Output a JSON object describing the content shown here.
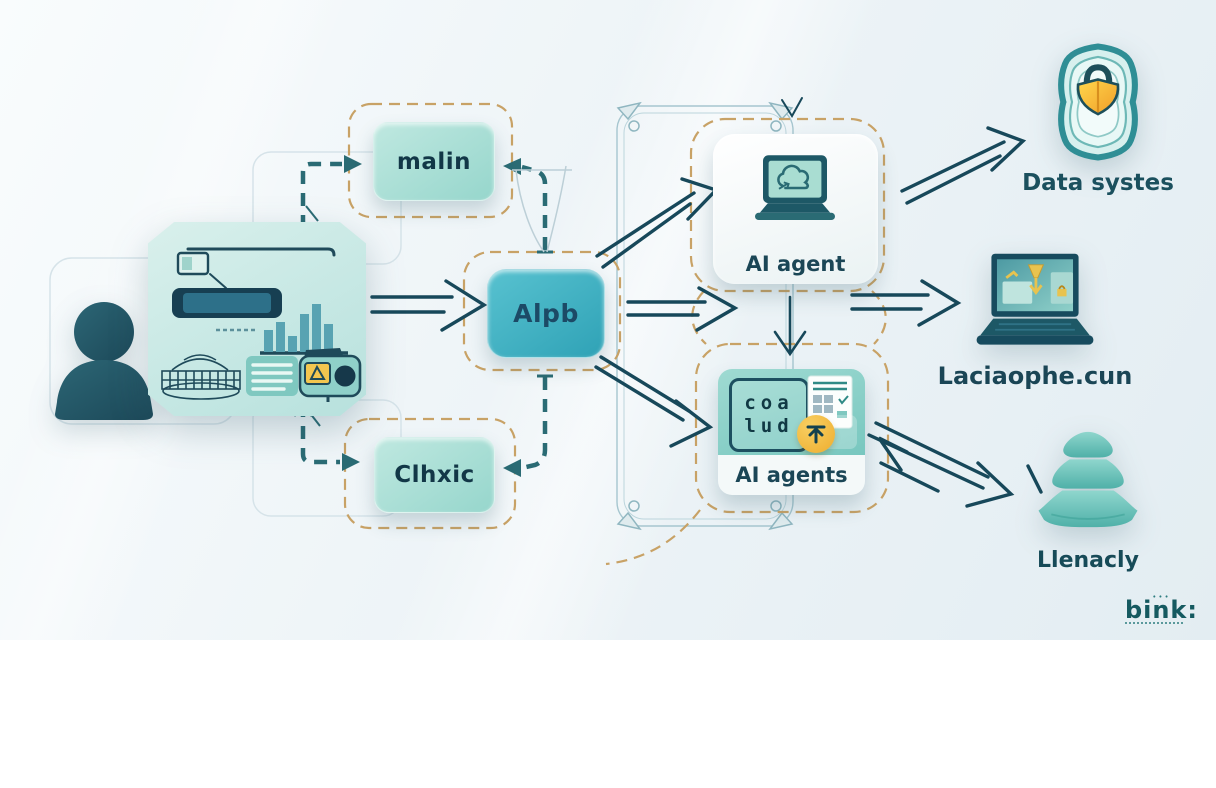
{
  "diagram": {
    "nodes": {
      "input_top": {
        "label": "malin"
      },
      "hub": {
        "label": "Alpb"
      },
      "input_bottom": {
        "label": "Clhxic"
      },
      "ai_agent": {
        "label": "AI agent"
      },
      "ai_agents": {
        "label": "AI agents",
        "code_line1": "coa",
        "code_line2": "lud"
      },
      "data_systems": {
        "label": "Data systes"
      },
      "output_site": {
        "label": "Laciaophe.cun"
      },
      "hierarchy": {
        "label": "Llenacly"
      }
    },
    "logo": {
      "label": "bink:"
    },
    "colors": {
      "dark_teal": "#1b4a5c",
      "teal_accent": "#3fb0c2",
      "mint": "#abdfd6",
      "dashed_orange": "#c8a266",
      "warning_yellow": "#f2c24e"
    }
  }
}
